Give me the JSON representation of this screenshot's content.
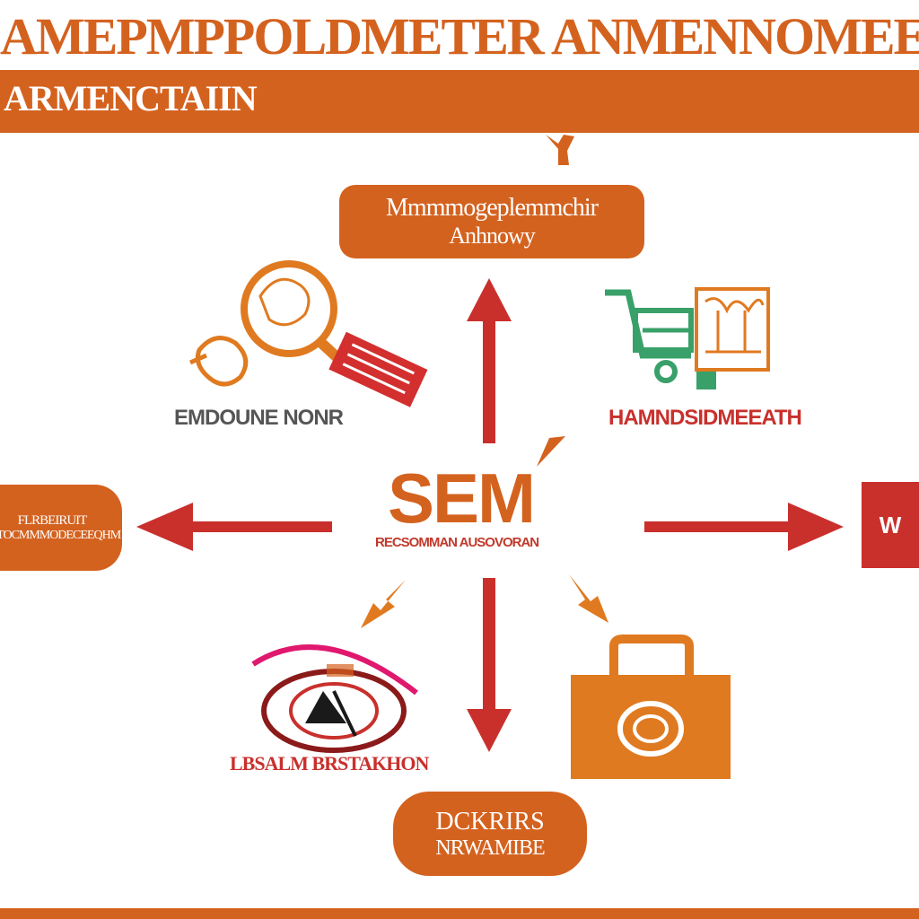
{
  "header": {
    "title": "AMEPMPPOLDMETER ANMENNOMEE",
    "subtitle": "ARMENCTAIIN"
  },
  "nodes": {
    "top_pill": {
      "line1": "Mmmmogeplemmchir",
      "line2": "Anhnowy"
    },
    "left_pill": {
      "line1": "FLRBEIRUIT",
      "line2": "ESTOCMMMODECEEQHM"
    },
    "bottom_pill": {
      "line1": "DCKRIRS",
      "line2": "NRWAMIBE"
    },
    "right_box": {
      "text": "W"
    }
  },
  "labels": {
    "top_left": "EMDOUNE NONR",
    "top_right": "HAMNDSIDMEEATH",
    "bottom_left": "LBSALM BRSTAKHON"
  },
  "center": {
    "logo": "SEM",
    "sub": "RECSOMMAN AUSOVORAN"
  },
  "colors": {
    "accent": "#d4621f",
    "arrow": "#c9302c",
    "green": "#3aa06a",
    "pink": "#e0186e"
  },
  "icons": [
    "magnifier-icon",
    "price-tag-icon",
    "shopping-cart-icon",
    "storefront-icon",
    "location-pin-icon",
    "briefcase-icon"
  ]
}
